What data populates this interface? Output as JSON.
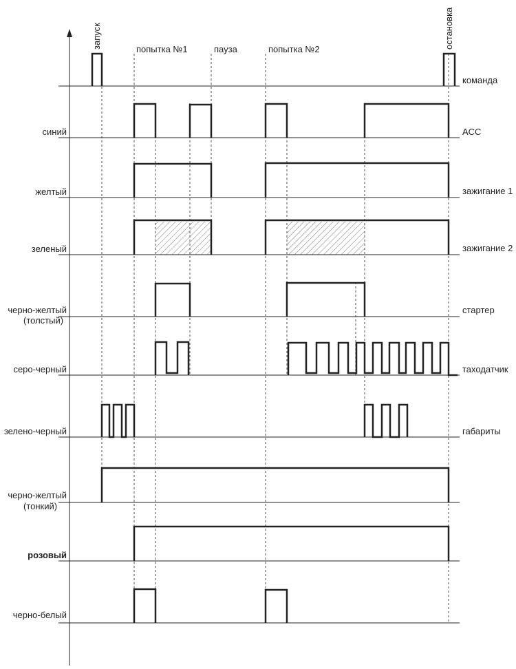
{
  "events": {
    "start": "запуск",
    "attempt1": "попытка №1",
    "pause": "пауза",
    "attempt2": "попытка №2",
    "stop": "остановка"
  },
  "rows": [
    {
      "id": "command",
      "left": "",
      "left2": "",
      "right": "команда"
    },
    {
      "id": "acc",
      "left": "синий",
      "left2": "",
      "right": "ACC"
    },
    {
      "id": "ign1",
      "left": "желтый",
      "left2": "",
      "right": "зажигание 1"
    },
    {
      "id": "ign2",
      "left": "зеленый",
      "left2": "",
      "right": "зажигание 2"
    },
    {
      "id": "starter",
      "left": "черно-желтый",
      "left2": "(толстый)",
      "right": "стартер"
    },
    {
      "id": "tacho",
      "left": "серо-черный",
      "left2": "",
      "right": "таходатчик"
    },
    {
      "id": "lights",
      "left": "зелено-черный",
      "left2": "",
      "right": "габариты"
    },
    {
      "id": "bythin",
      "left": "черно-желтый",
      "left2": "(тонкий)",
      "right": ""
    },
    {
      "id": "pink",
      "left": "розовый",
      "left2": "",
      "right": ""
    },
    {
      "id": "bw",
      "left": "черно-белый",
      "left2": "",
      "right": ""
    }
  ]
}
